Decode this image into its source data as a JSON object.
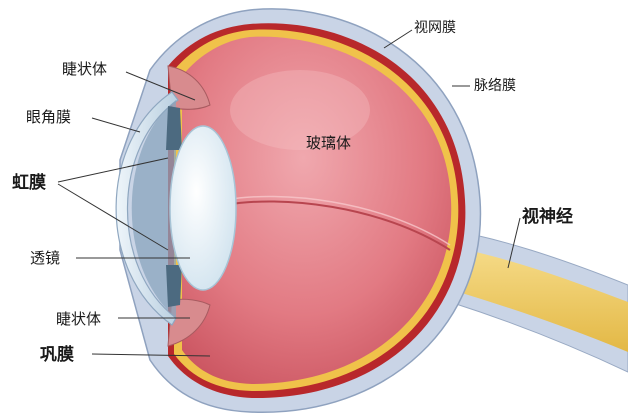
{
  "labels": {
    "ciliary_top": "睫状体",
    "cornea": "眼角膜",
    "iris": "虹膜",
    "lens": "透镜",
    "ciliary_bottom": "睫状体",
    "sclera": "巩膜",
    "retina": "视网膜",
    "choroid": "脉络膜",
    "vitreous": "玻璃体",
    "optic_nerve": "视神经"
  },
  "colors": {
    "vitreous": "#e27a83",
    "vitreous_light": "#f3b9bd",
    "sclera": "#c9d4e6",
    "choroid": "#b8282b",
    "retina": "#f0c24a",
    "lens": "#e6f1f8",
    "cornea": "#dde9f3",
    "iris_dark": "#4c6a80",
    "nerve": "#f2cf6a"
  }
}
